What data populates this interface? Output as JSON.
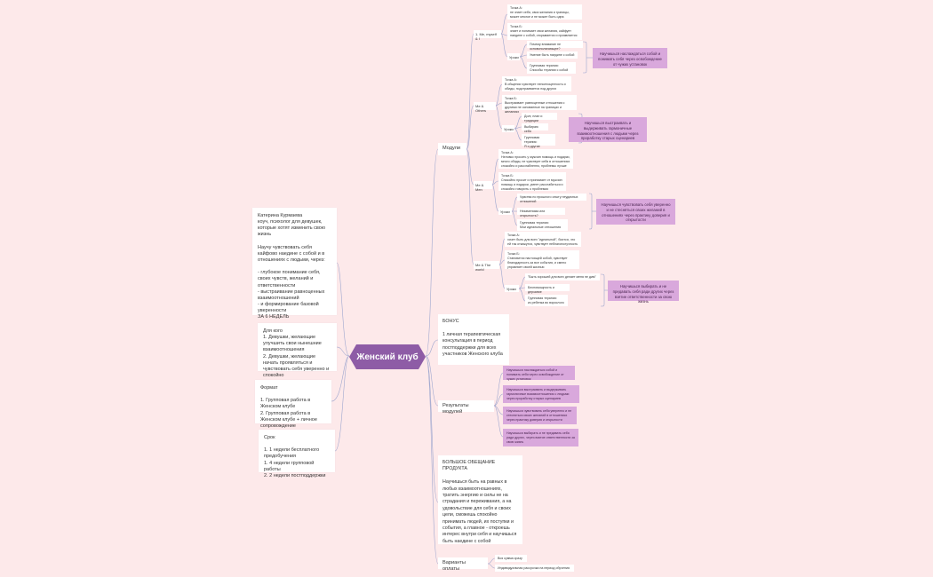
{
  "central": "Женский клуб",
  "left": {
    "coach": "Катерина Курмаева\nкоуч, психолог для девушек, которые хотят изменить свою жизнь\n\nНаучу чувствовать себя кайфово наедине с собой и в отношениях с людьми, через:\n\n- глубокое понимание себя, своих чувств, желаний и ответственности\n- выстраивание равноценных взаимоотношений\n- и формирование базовой уверенности\nЗА 6 НЕДЕЛЬ",
    "audience": "Для кого\n1. Девушки, желающие улучшить свои нынешние взаимоотношения\n2. Девушки, желающие начать проявляться и чувствовать себя уверенно и спокойно",
    "format": "Формат\n\n1. Групповая работа в Женском клубе\n2. Групповая работа в Женском клубе + личное сопровождение",
    "term": "Срок\n\n1. 1 недели бесплатного предобучения\n1. 4 недели групповой работы\n2. 2 недели постподдержки"
  },
  "right": {
    "modules_label": "Модули",
    "m1": {
      "label": "1. Me, myself & I",
      "a": "Точка А:\nне знает себя, свои желания и границы, может многое и не может быть одна",
      "b": "Точка Б:\nзнает и понимает свои желания, кайфует наедине с собой, открывается и проявляется",
      "practice": "Уроки",
      "l1": "Почему внимание не основополагающее?",
      "l2": "Умение быть наедине с собой",
      "l3": "Групповая терапия:\nСпособы терапии с собой",
      "result": "Научишься наслаждаться собой и понимать себя через освобождение от чужих установок"
    },
    "m2": {
      "label": "Me & Others",
      "a": "Точка А:\nВ общении чувствует неполноценность и обиды, подстраивается под других",
      "b": "Точка Б:\nВыстраивает равноценные отношения с другими не основанные на границах и желаниях",
      "practice": "Уроки",
      "l1": "Долг, план и традиции",
      "l2": "Выбираю себя",
      "l3": "Групповая терапия:\nЯ и другие",
      "result": "Научишься выстраивать и выдерживать гармоничные взаимоотношения с людьми через проработку старых сценариев"
    },
    "m3": {
      "label": "Me & Men",
      "a": "Точка А:\nНеловко просить у мужчин помощь и подарки, много обиды, не чувствует себя в отношениях спокойно и расслабленно, проблемы лучше",
      "b": "Точка Б:\nСпокойно просит и принимает от мужчин помощь и подарки, умеет расслабиться и спокойно говорить о проблемах",
      "practice": "Уроки",
      "l1": "Чувства по прошлого опыту неудачных отношений",
      "l2": "Незаменима или открытость?",
      "l3": "Групповая терапия:\nМои идеальные отношения",
      "result": "Научишься чувствовать себя уверенно и не стесняться своих желаний в отношениях через практику доверия и открытости"
    },
    "m4": {
      "label": "Me & The world",
      "a": "Точка А:\nхочет быть для всех \"идеальной\", боится, что ей так откажутся, чувствует неблагополучность",
      "b": "Точка Б:\nСтановится настоящей собой, чувствует благодарность за все события, и смело управляет своей жизнью",
      "practice": "Уроки",
      "l1": "\"Быть хорошей для всех делает меня не дим\"",
      "l2": "Беспомощность и дерзание",
      "l3": "Групповая терапия:\nиз ребенка во взрослого",
      "result": "Научишься выбирать и не предавать себя ради других через взятие ответственности за свою жизнь"
    },
    "bonus": "БОНУС\n\n1 личная терапевтическая консультация в период постподдержки для всех участников Женского клуба",
    "results_label": "Результаты модулей",
    "results": [
      "Научишься наслаждаться собой и понимать себя через освобождение от чужих установок",
      "Научишься выстраивать и выдерживать гармоничные взаимоотношения с людьми через проработку старых сценариев",
      "Научишься чувствовать себя уверенно и не стесняться своих желаний в отношениях через практику доверия и открытости",
      "Научишься выбирать и не предавать себя ради других, через взятие ответственности за свою жизнь"
    ],
    "promise": "БОЛЬШОЕ ОБЕЩАНИЕ ПРОДУКТА\n\nНаучишься быть на равных в любых взаимоотношениях, тратить энергию и силы не на страдания и переживания, а на удовольствие для себя и своих цели, сможешь спокойно принимать людей, их поступки и события, а главное - откроешь интерес внутри себя и научишься быть наедине с собой",
    "payment_label": "Варианты оплаты",
    "pay1": "Вся сумма сразу",
    "pay2": "Индивидуальная рассрочка на период обучения"
  },
  "colors": {
    "background": "#fde9ea",
    "central": "#8e5ca6",
    "result_highlight": "#d9a8dc",
    "connector": "#9fa7cf"
  }
}
